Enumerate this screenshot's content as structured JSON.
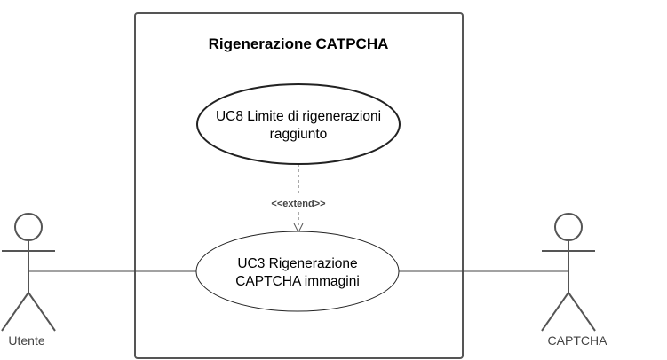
{
  "diagram": {
    "system_title": "Rigenerazione CATPCHA",
    "use_cases": [
      {
        "line1": "UC8 Limite di rigenerazioni",
        "line2": "raggiunto"
      },
      {
        "line1": "UC3 Rigenerazione",
        "line2": "CAPTCHA immagini"
      }
    ],
    "extend_label": "<<extend>>",
    "actors": [
      {
        "name": "Utente"
      },
      {
        "name": "CAPTCHA"
      }
    ]
  }
}
